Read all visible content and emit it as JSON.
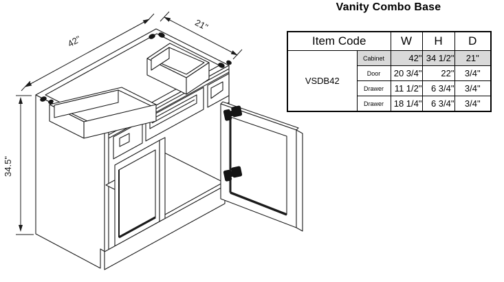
{
  "title": "Vanity Combo Base",
  "diagram": {
    "description": "isometric line drawing of open-top vanity combo base cabinet with two drawer boxes, slot and cutout drawer fronts, closed left door and open right door on hinges",
    "dimensions": {
      "width_label": "42\"",
      "depth_label": "21\"",
      "height_label": "34.5\""
    }
  },
  "table": {
    "header": {
      "item_code": "Item Code",
      "w": "W",
      "h": "H",
      "d": "D"
    },
    "item_code": "VSDB42",
    "rows": [
      {
        "component": "Cabinet",
        "w": "42\"",
        "h": "34 1/2\"",
        "d": "21\""
      },
      {
        "component": "Door",
        "w": "20 3/4\"",
        "h": "22\"",
        "d": "3/4\""
      },
      {
        "component": "Drawer",
        "w": "11 1/2\"",
        "h": "6 3/4\"",
        "d": "3/4\""
      },
      {
        "component": "Drawer",
        "w": "18 1/4\"",
        "h": "6 3/4\"",
        "d": "3/4\""
      }
    ]
  },
  "colors": {
    "row_highlight": "#d9d9d9",
    "line": "#1a1a1a",
    "background": "#ffffff"
  }
}
